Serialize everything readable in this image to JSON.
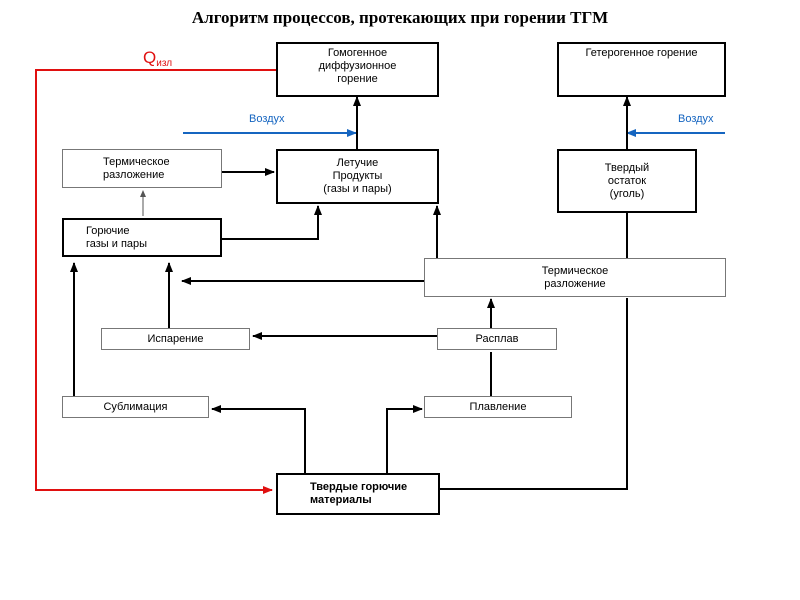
{
  "title": "Алгоритм процессов, протекающих при горении ТГМ",
  "heat_label": {
    "main": "Q",
    "sub": "изл"
  },
  "air_label_left": "Воздух",
  "air_label_right": "Воздух",
  "nodes": {
    "homogeneous": "Гомогенное\nдиффузионное\nгорение",
    "heterogeneous": "Гетерогенное горение",
    "thermal_decomp_top": "Термическое\nразложение",
    "volatile_products": "Летучие\nПродукты\n(газы и пары)",
    "solid_residue": "Твердый\nостаток\n(уголь)",
    "combustible_gases": "Горючие\nгазы и пары",
    "thermal_decomp_mid": "Термическое\nразложение",
    "evaporation": "Испарение",
    "melt": "Расплав",
    "sublimation": "Сублимация",
    "melting": "Плавление",
    "solid_materials": "Твердые горючие\nматериалы"
  },
  "colors": {
    "heat_line": "#e01010",
    "air_arrow": "#1565c0",
    "line": "#000000"
  }
}
